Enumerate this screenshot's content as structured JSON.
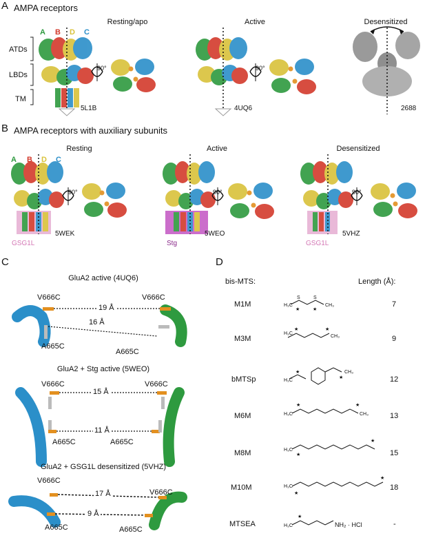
{
  "panelA": {
    "letter": "A",
    "title": "AMPA receptors",
    "states": [
      "Resting/apo",
      "Active",
      "Desensitized"
    ],
    "subunits": [
      {
        "label": "A",
        "color": "#2e9a3f"
      },
      {
        "label": "B",
        "color": "#d33a2c"
      },
      {
        "label": "D",
        "color": "#d9c23a"
      },
      {
        "label": "C",
        "color": "#2b8fc9"
      }
    ],
    "domains": [
      "ATDs",
      "LBDs",
      "TM"
    ],
    "rotation": "90°",
    "pdb": [
      "5L1B",
      "4UQ6",
      "2688"
    ]
  },
  "panelB": {
    "letter": "B",
    "title": "AMPA receptors with auxiliary subunits",
    "states": [
      "Resting",
      "Active",
      "Desensitized"
    ],
    "subunits": [
      {
        "label": "A",
        "color": "#2e9a3f"
      },
      {
        "label": "B",
        "color": "#d33a2c"
      },
      {
        "label": "D",
        "color": "#d9c23a"
      },
      {
        "label": "C",
        "color": "#2b8fc9"
      }
    ],
    "rotation": "90°",
    "aux": [
      {
        "label": "GSG1L",
        "color": "#d477b5"
      },
      {
        "label": "Stg",
        "color": "#8a2a8a"
      },
      {
        "label": "GSG1L",
        "color": "#d477b5"
      }
    ],
    "pdb": [
      "5WEK",
      "5WEO",
      "5VHZ"
    ]
  },
  "panelC": {
    "letter": "C",
    "blocks": [
      {
        "title": "GluA2 active (4UQ6)",
        "v1": "V666C",
        "v2": "V666C",
        "a1": "A665C",
        "a2": "A665C",
        "d1": "19 Å",
        "d2": "16 Å"
      },
      {
        "title": "GluA2 + Stg active (5WEO)",
        "v1": "V666C",
        "v2": "V666C",
        "a1": "A665C",
        "a2": "A665C",
        "d1": "15 Å",
        "d2": "11 Å"
      },
      {
        "title": "GluA2 + GSG1L desensitized (5VHZ)",
        "v1": "V666C",
        "v2": "V666C",
        "a1": "A665C",
        "a2": "A665C",
        "d1": "17 Å",
        "d2": "9 Å"
      }
    ]
  },
  "panelD": {
    "letter": "D",
    "header_name": "bis-MTS:",
    "header_length": "Length (Å):",
    "rows": [
      {
        "name": "M1M",
        "length": "7"
      },
      {
        "name": "M3M",
        "length": "9"
      },
      {
        "name": "bMTSp",
        "length": "12"
      },
      {
        "name": "M6M",
        "length": "13"
      },
      {
        "name": "M8M",
        "length": "15"
      },
      {
        "name": "M10M",
        "length": "18"
      },
      {
        "name": "MTSEA",
        "length": "-"
      }
    ],
    "mtsea_suffix": "NH₂ · HCl"
  }
}
